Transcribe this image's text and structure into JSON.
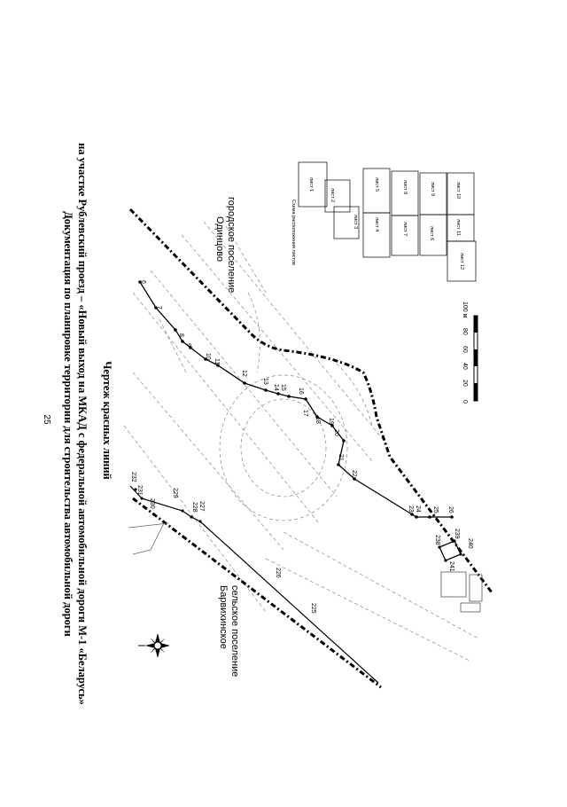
{
  "page_number": "25",
  "header": {
    "line1": "Документация по планировке территории для строительства автомобильной дороги",
    "line2": "на участке Рублевский проезд – «Новый выход на МКАД с федеральной автомобильной дороги М-1 «Беларусь»"
  },
  "drawing_title": "Чертеж красных линий",
  "places": {
    "north": [
      "городское поселение",
      "Одинцово"
    ],
    "south": [
      "сельское поселение",
      "Барвихинское"
    ]
  },
  "scale_bar": {
    "labels": [
      "0",
      "20",
      "40",
      "60",
      "80",
      "100 м"
    ]
  },
  "sheet_scheme": {
    "title": "Схема расположения листов",
    "sheets": [
      "лист 1",
      "лист 2",
      "лист 3",
      "лист 4",
      "лист 5",
      "лист 6",
      "лист 7",
      "лист 8",
      "лист 9",
      "лист 10",
      "лист 11",
      "лист 12"
    ]
  },
  "red_line_points": {
    "north": [
      "6",
      "7",
      "8",
      "9",
      "10",
      "11",
      "12",
      "13",
      "14",
      "15",
      "16",
      "17",
      "18",
      "19",
      "20",
      "21",
      "22",
      "23",
      "24",
      "25",
      "26"
    ],
    "parcel": [
      "238",
      "239",
      "240",
      "241"
    ],
    "south": [
      "232",
      "231",
      "230",
      "229",
      "228",
      "227",
      "226",
      "225"
    ]
  }
}
